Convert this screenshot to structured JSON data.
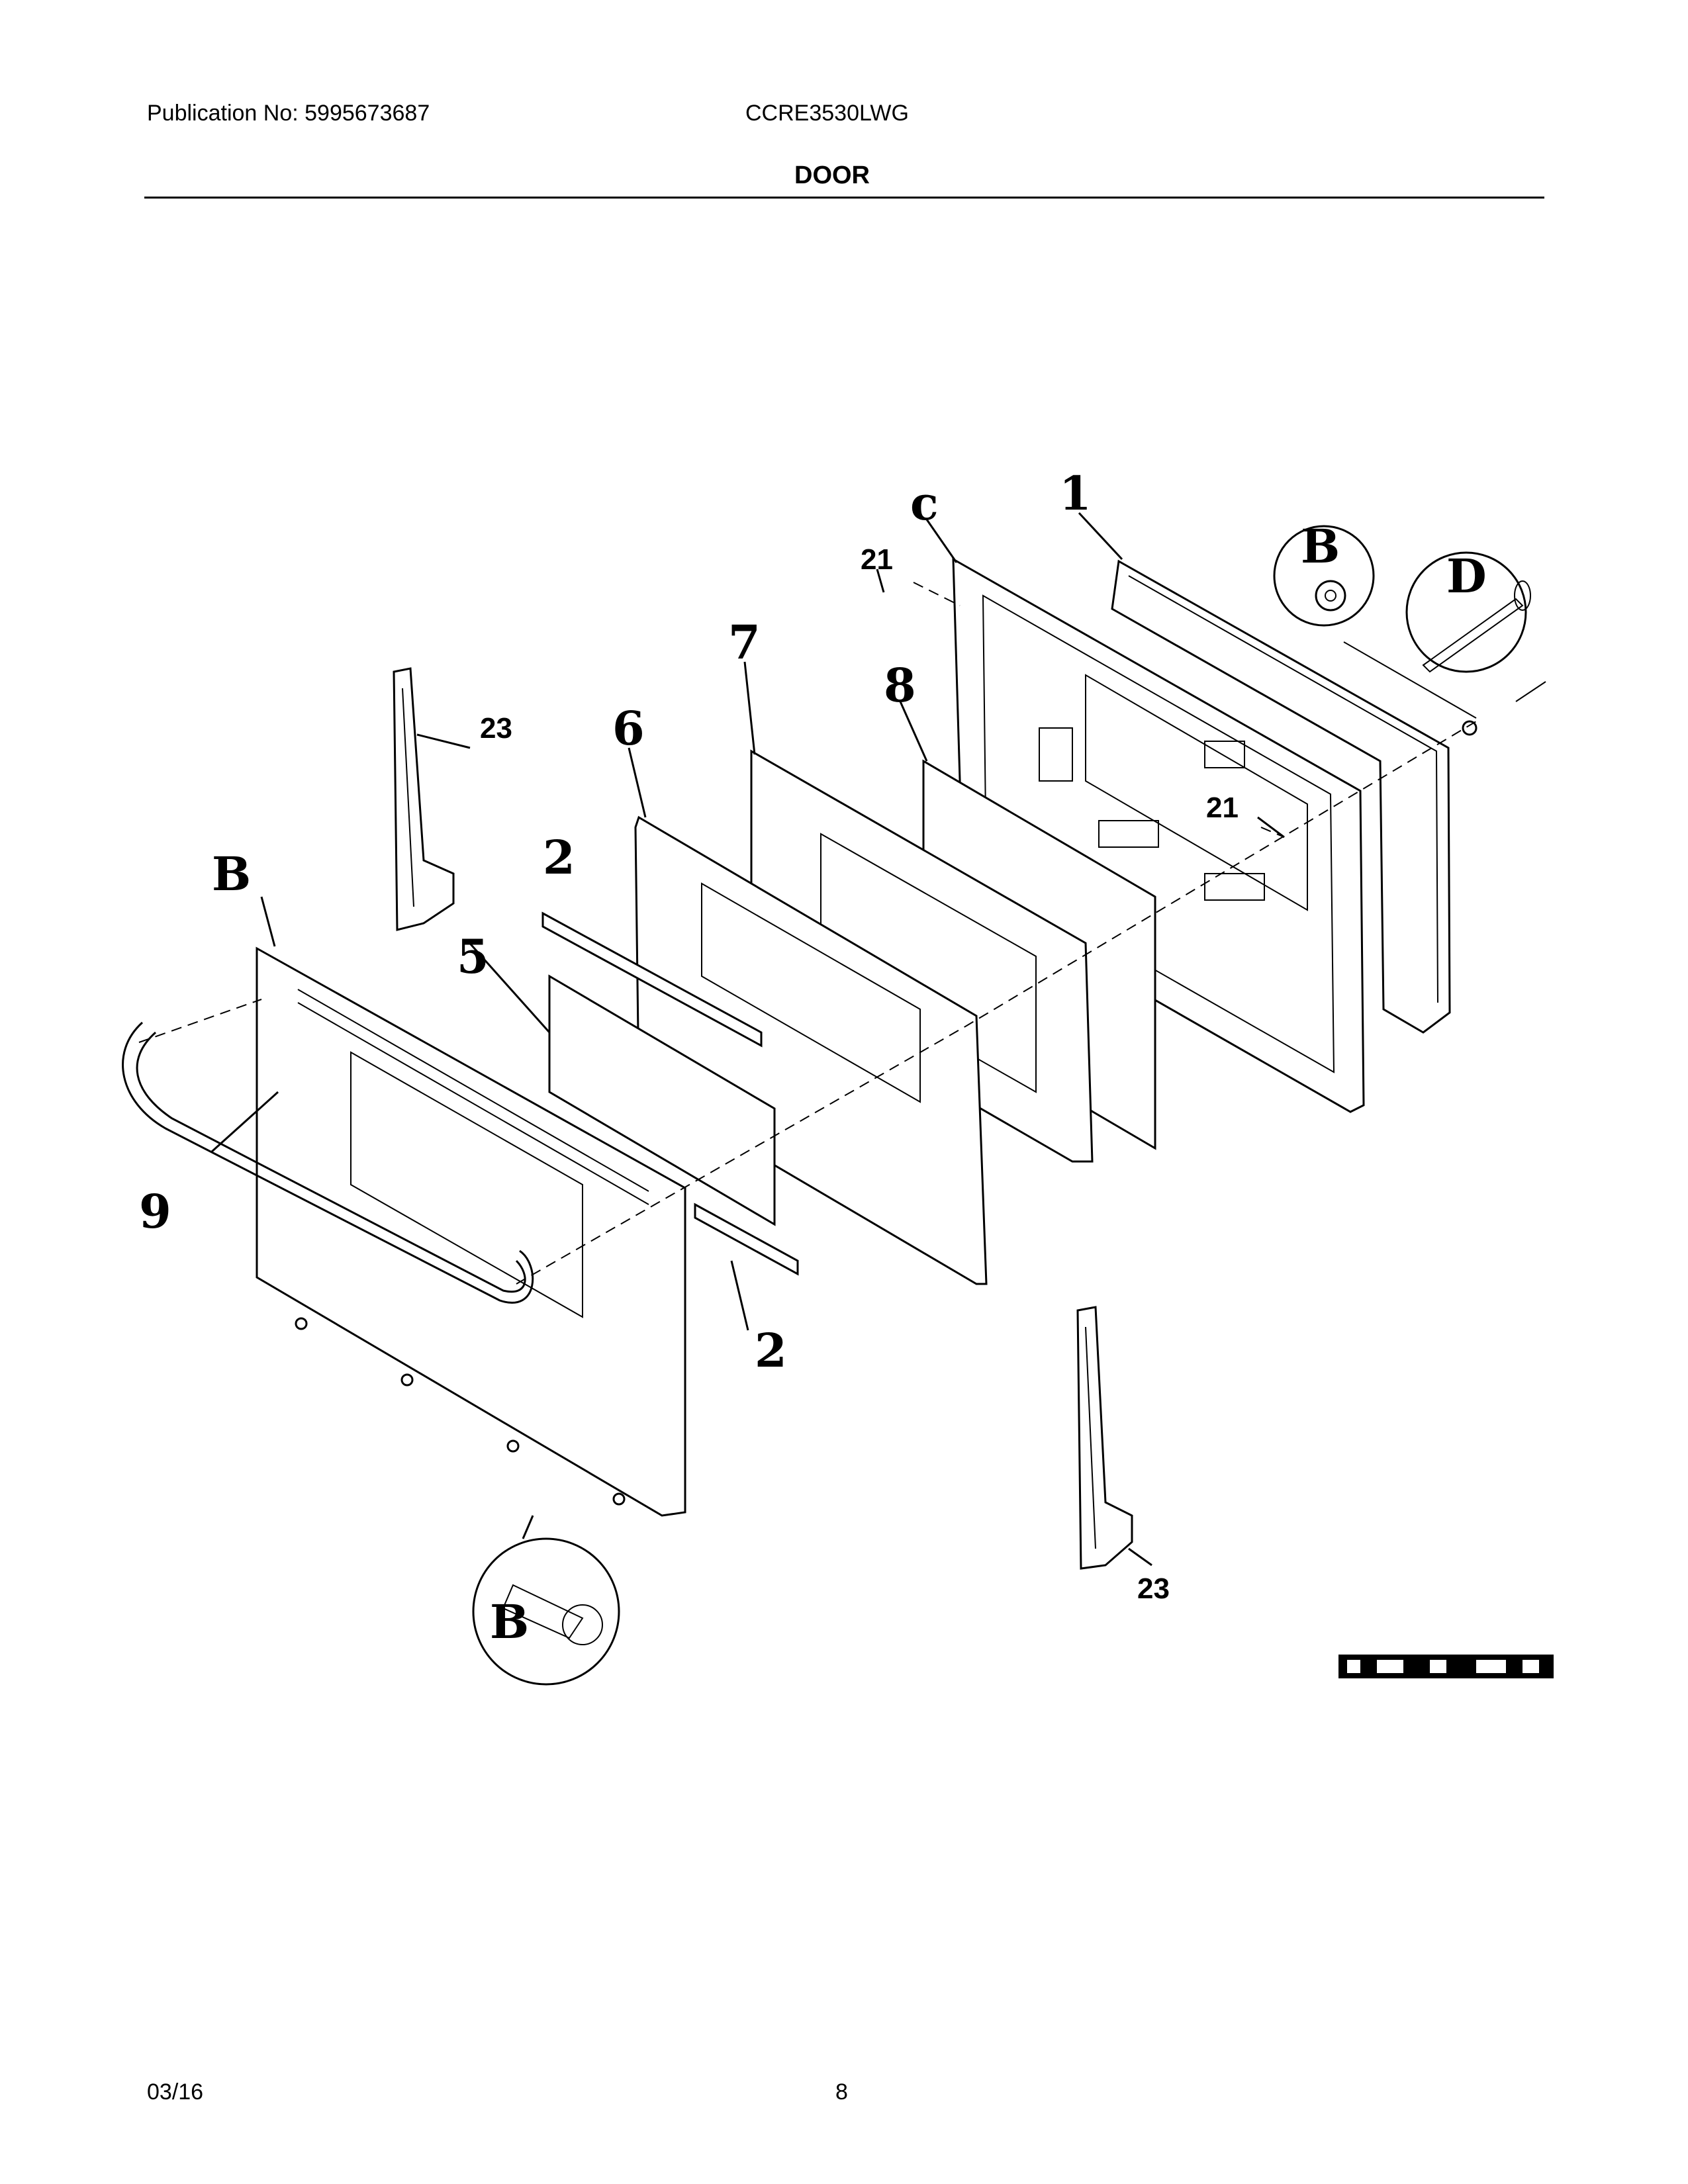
{
  "header": {
    "publication": "Publication No: 5995673687",
    "model": "CCRE3530LWG",
    "section_title": "DOOR"
  },
  "footer": {
    "date": "03/16",
    "page_number": "8"
  },
  "callouts": {
    "hinge_top_left": "23",
    "hinge_bottom_right": "23",
    "top_screw": "21",
    "right_screw": "21"
  },
  "icons": [
    "oven-door-outer-panel",
    "door-handle",
    "door-hinge",
    "door-liner",
    "glass-panel",
    "gasket",
    "screw-detail",
    "washer-detail",
    "bolt-detail"
  ]
}
